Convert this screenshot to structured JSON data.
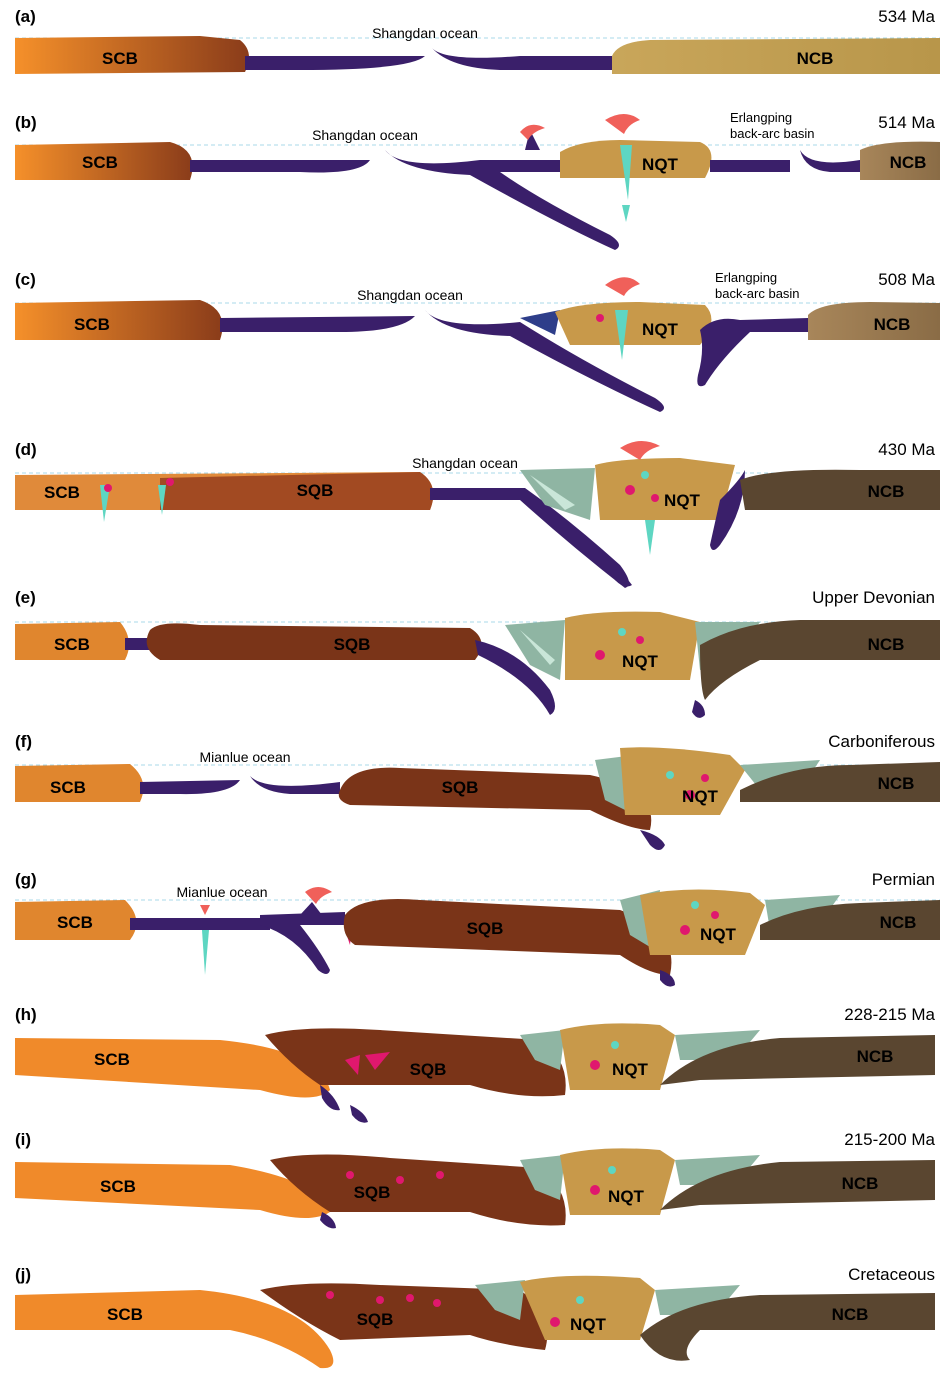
{
  "figure": {
    "panels": [
      {
        "id": "a",
        "label": "(a)",
        "age": "534 Ma",
        "blocks": [
          "SCB",
          "NCB"
        ],
        "ocean": "Shangdan ocean"
      },
      {
        "id": "b",
        "label": "(b)",
        "age": "514 Ma",
        "blocks": [
          "SCB",
          "NQT",
          "NCB"
        ],
        "ocean": "Shangdan ocean",
        "basin": [
          "Erlangping",
          "back-arc basin"
        ]
      },
      {
        "id": "c",
        "label": "(c)",
        "age": "508 Ma",
        "blocks": [
          "SCB",
          "NQT",
          "NCB"
        ],
        "ocean": "Shangdan ocean",
        "basin": [
          "Erlangping",
          "back-arc basin"
        ]
      },
      {
        "id": "d",
        "label": "(d)",
        "age": "430 Ma",
        "blocks": [
          "SCB",
          "SQB",
          "NQT",
          "NCB"
        ],
        "ocean": "Shangdan ocean"
      },
      {
        "id": "e",
        "label": "(e)",
        "age": "Upper Devonian",
        "blocks": [
          "SCB",
          "SQB",
          "NQT",
          "NCB"
        ]
      },
      {
        "id": "f",
        "label": "(f)",
        "age": "Carboniferous",
        "blocks": [
          "SCB",
          "SQB",
          "NQT",
          "NCB"
        ],
        "ocean": "Mianlue ocean"
      },
      {
        "id": "g",
        "label": "(g)",
        "age": "Permian",
        "blocks": [
          "SCB",
          "SQB",
          "NQT",
          "NCB"
        ],
        "ocean": "Mianlue ocean"
      },
      {
        "id": "h",
        "label": "(h)",
        "age": "228-215 Ma",
        "blocks": [
          "SCB",
          "SQB",
          "NQT",
          "NCB"
        ]
      },
      {
        "id": "i",
        "label": "(i)",
        "age": "215-200 Ma",
        "blocks": [
          "SCB",
          "SQB",
          "NQT",
          "NCB"
        ]
      },
      {
        "id": "j",
        "label": "(j)",
        "age": "Cretaceous",
        "blocks": [
          "SCB",
          "SQB",
          "NQT",
          "NCB"
        ]
      }
    ]
  },
  "colors": {
    "scb": "#f08a2a",
    "scb_dark": "#8a3c1a",
    "sqb": "#7a3418",
    "nqt": "#c8994a",
    "ncb": "#5a4630",
    "ncb_light": "#9c7a50",
    "oceanic_crust": "#3a1f6a",
    "accretion": "#8fb5a3",
    "accretion_light": "#c9e6d8",
    "magma_cyan": "#5ed6c2",
    "magma_pink": "#e0186e",
    "volcano": "#f0605a",
    "sea_level": "#a8d8ea"
  }
}
